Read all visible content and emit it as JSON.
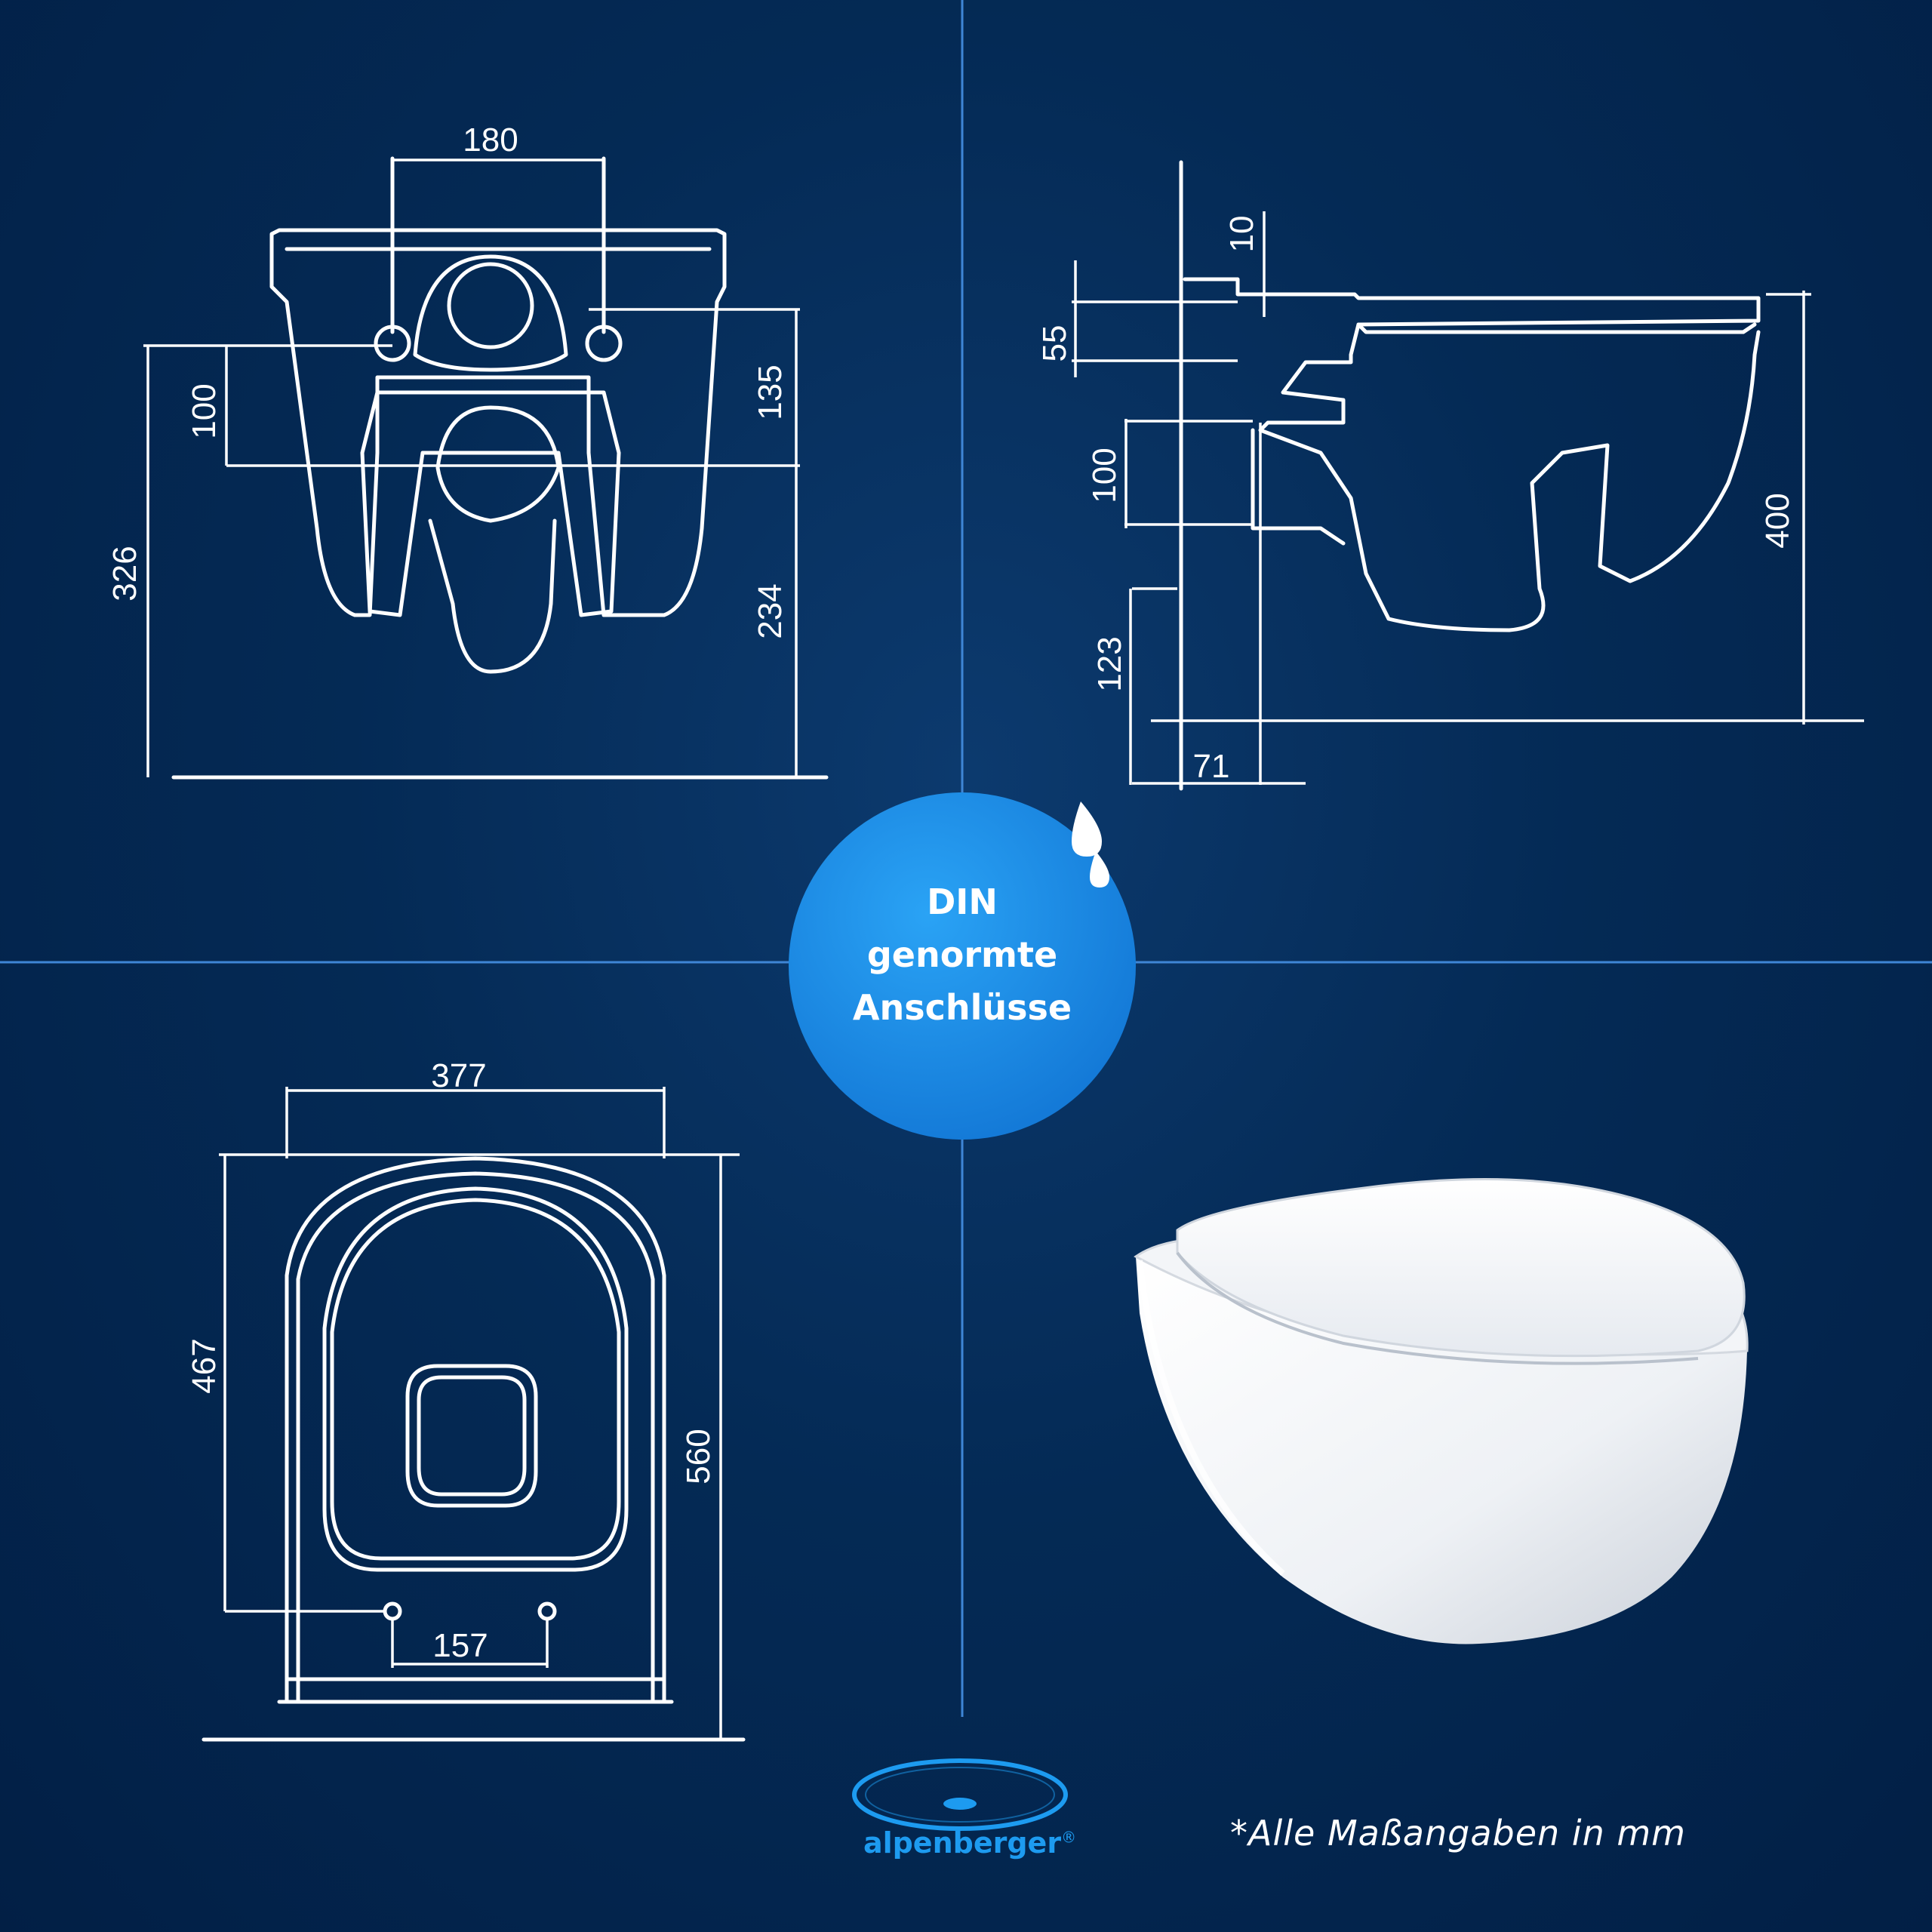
{
  "badge": {
    "line1": "DIN",
    "line2": "genormte",
    "line3": "Anschlüsse"
  },
  "front_view": {
    "dim_top": "180",
    "dim_left_outer": "326",
    "dim_left_inner": "100",
    "dim_right_upper": "135",
    "dim_right_lower": "234"
  },
  "side_view": {
    "dim_10": "10",
    "dim_55": "55",
    "dim_100": "100",
    "dim_123": "123",
    "dim_71": "71",
    "dim_400": "400"
  },
  "top_view": {
    "dim_width": "377",
    "dim_467": "467",
    "dim_560": "560",
    "dim_157": "157"
  },
  "brand": {
    "name": "alpenberger",
    "reg": "®"
  },
  "footnote": "*Alle Maßangaben in mm",
  "colors": {
    "background": "#042a55",
    "badge": "#1a8fe8",
    "accent": "#1d9bf0",
    "divider": "#3f86d6"
  }
}
